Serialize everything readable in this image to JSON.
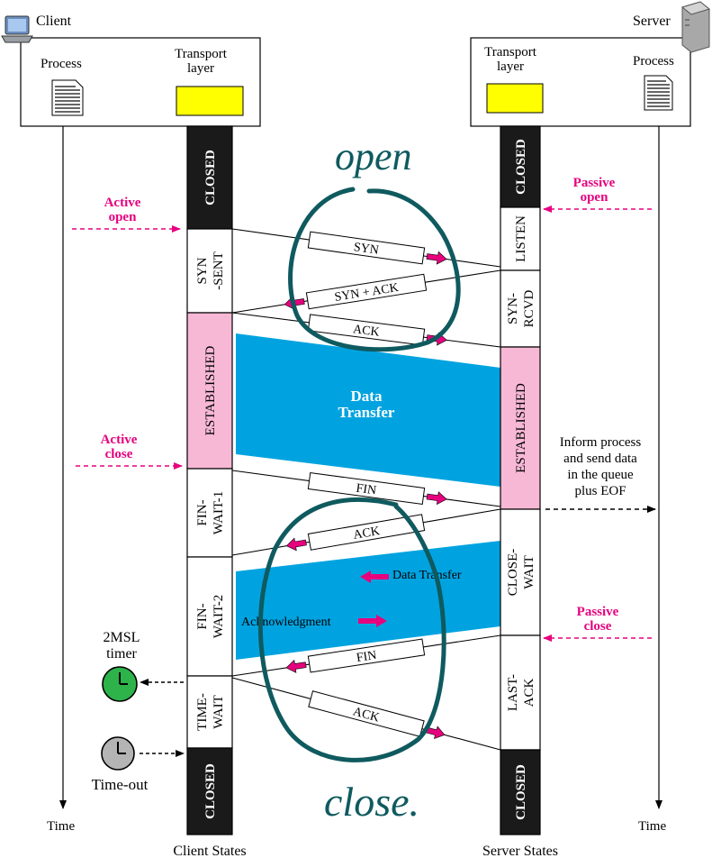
{
  "client": {
    "title": "Client",
    "process": "Process",
    "transport": [
      "Transport",
      "layer"
    ],
    "time": "Time",
    "states_label": "Client States"
  },
  "server": {
    "title": "Server",
    "process": "Process",
    "transport": [
      "Transport",
      "layer"
    ],
    "time": "Time",
    "states_label": "Server States"
  },
  "client_states": [
    {
      "name": "CLOSED",
      "lines": [
        "CLOSED"
      ],
      "style": "dark"
    },
    {
      "name": "SYN-SENT",
      "lines": [
        "SYN",
        "-SENT"
      ],
      "style": "light"
    },
    {
      "name": "ESTABLISHED",
      "lines": [
        "ESTABLISHED"
      ],
      "style": "pink"
    },
    {
      "name": "FIN-WAIT-1",
      "lines": [
        "FIN-",
        "WAIT-1"
      ],
      "style": "light"
    },
    {
      "name": "FIN-WAIT-2",
      "lines": [
        "FIN-",
        "WAIT-2"
      ],
      "style": "light"
    },
    {
      "name": "TIME-WAIT",
      "lines": [
        "TIME-",
        "WAIT"
      ],
      "style": "light"
    },
    {
      "name": "CLOSED",
      "lines": [
        "CLOSED"
      ],
      "style": "dark"
    }
  ],
  "server_states": [
    {
      "name": "CLOSED",
      "lines": [
        "CLOSED"
      ],
      "style": "dark"
    },
    {
      "name": "LISTEN",
      "lines": [
        "LISTEN"
      ],
      "style": "light"
    },
    {
      "name": "SYN-RCVD",
      "lines": [
        "SYN-",
        "RCVD"
      ],
      "style": "light"
    },
    {
      "name": "ESTABLISHED",
      "lines": [
        "ESTABLISHED"
      ],
      "style": "pink"
    },
    {
      "name": "CLOSE-WAIT",
      "lines": [
        "CLOSE-",
        "WAIT"
      ],
      "style": "light"
    },
    {
      "name": "LAST-ACK",
      "lines": [
        "LAST-",
        "ACK"
      ],
      "style": "light"
    },
    {
      "name": "CLOSED",
      "lines": [
        "CLOSED"
      ],
      "style": "dark"
    }
  ],
  "segments": [
    "SYN",
    "SYN + ACK",
    "ACK",
    "FIN",
    "ACK",
    "FIN",
    "ACK"
  ],
  "events": {
    "active_open": [
      "Active",
      "open"
    ],
    "passive_open": [
      "Passive",
      "open"
    ],
    "active_close": [
      "Active",
      "close"
    ],
    "passive_close": [
      "Passive",
      "close"
    ],
    "inform": [
      "Inform process",
      "and send data",
      "in the queue",
      "plus EOF"
    ]
  },
  "data_transfer": [
    "Data",
    "Transfer"
  ],
  "half_close": {
    "data_transfer": "Data Transfer",
    "acknowledgment": "Acknowledgment"
  },
  "timers": {
    "msl": [
      "2MSL",
      "timer"
    ],
    "timeout": "Time-out"
  },
  "handwriting": {
    "open": "open",
    "close": "close."
  },
  "colors": {
    "magenta": "#e6007e",
    "cyan": "#00a3e0",
    "yellow": "#ffff00",
    "pink": "#f7b8d6",
    "dark": "#1a1a1a",
    "ink": "#0f5a5f",
    "green": "#2db34a",
    "gray": "#b4b4b4"
  }
}
